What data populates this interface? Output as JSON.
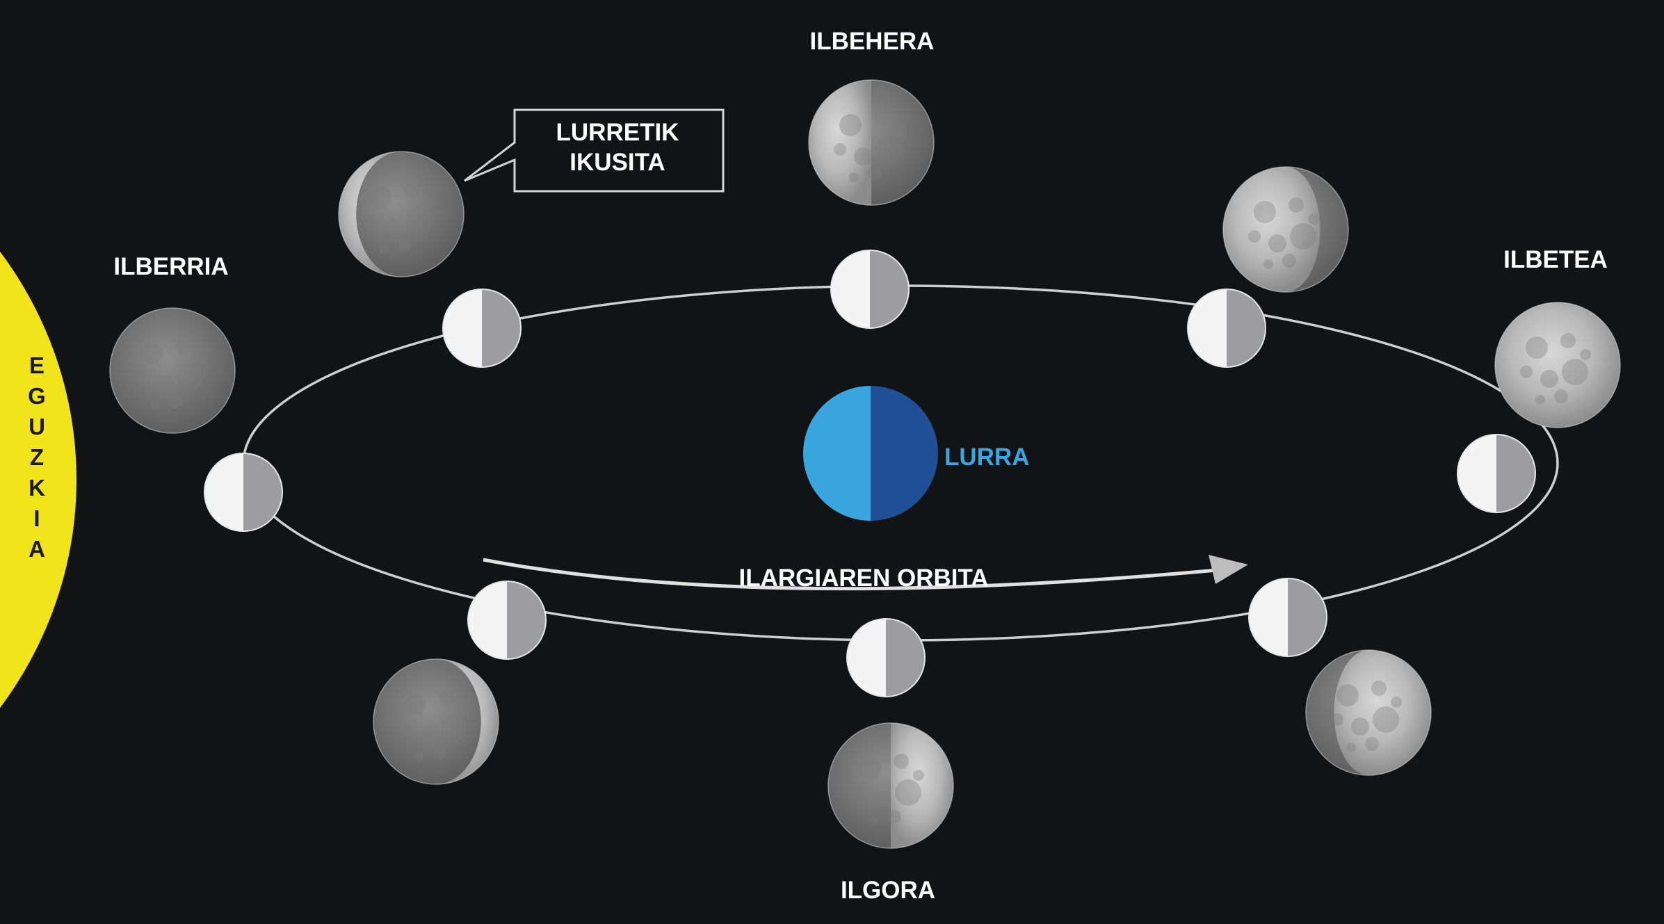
{
  "labels": {
    "sun_letters": [
      "E",
      "G",
      "U",
      "Z",
      "K",
      "I",
      "A"
    ],
    "new_moon": "ILBERRIA",
    "first_quarter": "ILBEHERA",
    "full_moon": "ILBETEA",
    "last_quarter": "ILGORA",
    "earth": "LURRA",
    "orbit": "ILARGIAREN ORBITA",
    "callout_line1": "LURRETIK",
    "callout_line2": "IKUSITA"
  },
  "colors": {
    "background": "#121314",
    "sun": "#f2e41b",
    "orbit_line": "#cfcfcf",
    "moon_lit": "#f4f4f4",
    "moon_dark": "#9d9d9f",
    "earth_light": "#3aa6df",
    "earth_dark": "#1f4f94",
    "earth_label": "#3aa6df",
    "text": "#ffffff"
  },
  "orbit_moons": [
    {
      "name": "orbit-moon-new"
    },
    {
      "name": "orbit-moon-waxing-crescent"
    },
    {
      "name": "orbit-moon-first-quarter"
    },
    {
      "name": "orbit-moon-waxing-gibbous"
    },
    {
      "name": "orbit-moon-full"
    },
    {
      "name": "orbit-moon-waning-gibbous"
    },
    {
      "name": "orbit-moon-last-quarter"
    },
    {
      "name": "orbit-moon-waning-crescent"
    }
  ],
  "seen_moons": [
    {
      "name": "seen-moon-new",
      "phase": "new"
    },
    {
      "name": "seen-moon-waxing-crescent",
      "phase": "crescent-left"
    },
    {
      "name": "seen-moon-first-quarter",
      "phase": "half-left"
    },
    {
      "name": "seen-moon-waxing-gibbous",
      "phase": "gibbous-left"
    },
    {
      "name": "seen-moon-full",
      "phase": "full"
    },
    {
      "name": "seen-moon-waning-gibbous",
      "phase": "gibbous-right"
    },
    {
      "name": "seen-moon-last-quarter",
      "phase": "half-right"
    },
    {
      "name": "seen-moon-waning-crescent",
      "phase": "crescent-right"
    }
  ]
}
